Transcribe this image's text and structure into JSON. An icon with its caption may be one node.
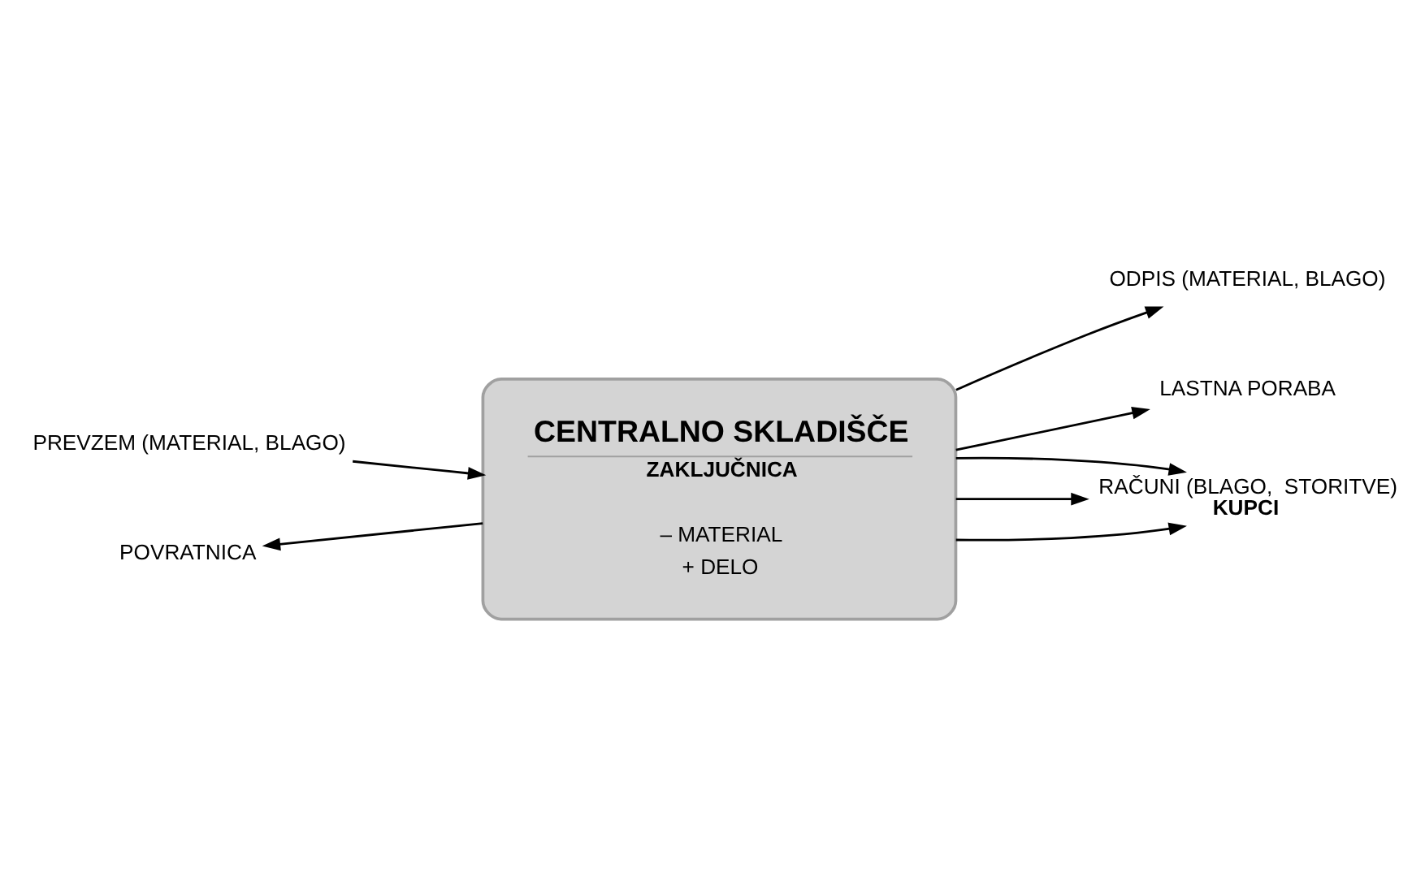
{
  "diagram": {
    "nodes": [
      {
        "text": [
          "PREVZEM (MATERIAL, BLAGO)"
        ]
      },
      {
        "text": [
          "POVRATNICA"
        ]
      },
      {
        "text": [
          "CENTRALNO SKLADIŠČE",
          "ZAKLJUČNICA",
          "– MATERIAL",
          "+ DELO"
        ]
      },
      {
        "text": [
          "ODPIS (MATERIAL, BLAGO)"
        ]
      },
      {
        "text": [
          "LASTNA PORABA"
        ]
      },
      {
        "text": [
          "RAČUNI (BLAGO,  STORITVE)",
          "**KUPCI**"
        ]
      }
    ],
    "edges": [
      {
        "from": 0,
        "to": 2,
        "arrow": "to"
      },
      {
        "from": 2,
        "to": 1,
        "arrow": "to"
      },
      {
        "from": 2,
        "to": 3,
        "arrow": "to"
      },
      {
        "from": 2,
        "to": 4,
        "arrow": "to"
      },
      {
        "from": 2,
        "to": 5,
        "arrow": "to"
      },
      {
        "from": 2,
        "to": 5,
        "arrow": "to"
      },
      {
        "from": 2,
        "to": 5,
        "arrow": "to"
      }
    ]
  }
}
